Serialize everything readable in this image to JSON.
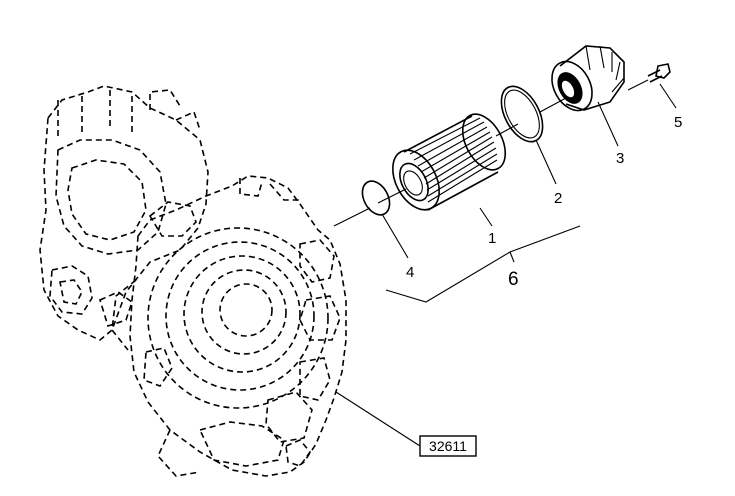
{
  "diagram": {
    "callouts": {
      "filter_element": "1",
      "o_ring": "2",
      "cover": "3",
      "gasket": "4",
      "screw": "5",
      "kit": "6"
    },
    "reference_number": "32611"
  }
}
